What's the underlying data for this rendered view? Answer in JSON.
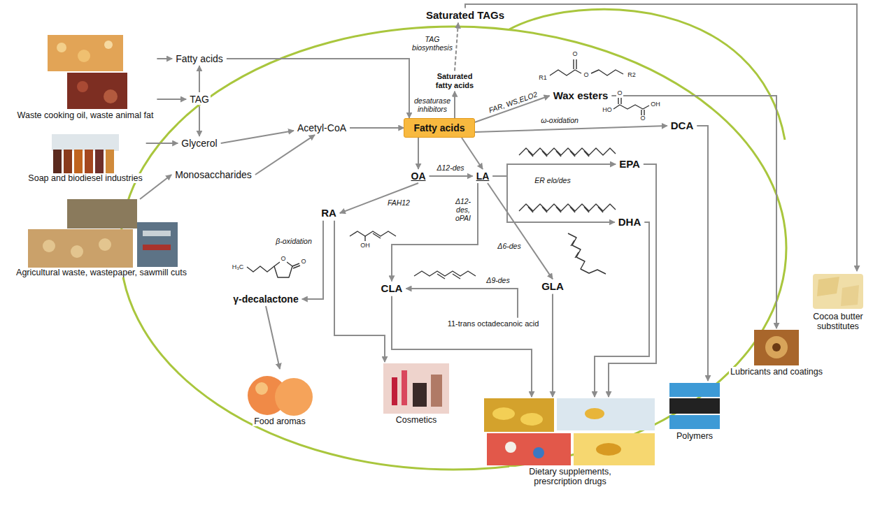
{
  "diagram": {
    "nodes": [
      {
        "text": [
          "Fatty acids"
        ]
      },
      {
        "text": [
          "TAG"
        ]
      },
      {
        "text": [
          "Waste cooking oil, waste animal fat"
        ]
      },
      {
        "text": [
          "Glycerol"
        ]
      },
      {
        "text": [
          "Soap and biodiesel industries"
        ]
      },
      {
        "text": [
          "Monosaccharides"
        ]
      },
      {
        "text": [
          "Agricultural waste, wastepaper, sawmill cuts"
        ]
      },
      {
        "text": [
          "Acetyl-CoA"
        ]
      },
      {
        "text": [
          "Fatty acids"
        ]
      },
      {
        "text": [
          "Saturated fatty acids"
        ]
      },
      {
        "text": [
          "Saturated TAGs"
        ]
      },
      {
        "text": [
          "Wax esters"
        ]
      },
      {
        "text": [
          "DCA"
        ]
      },
      {
        "text": [
          "OA"
        ]
      },
      {
        "text": [
          "LA"
        ]
      },
      {
        "text": [
          "EPA"
        ]
      },
      {
        "text": [
          "DHA"
        ]
      },
      {
        "text": [
          "RA"
        ]
      },
      {
        "text": [
          "γ-decalactone"
        ]
      },
      {
        "text": [
          "CLA"
        ]
      },
      {
        "text": [
          "GLA"
        ]
      },
      {
        "text": [
          "11-trans octadecanoic acid"
        ]
      },
      {
        "text": [
          "Food aromas"
        ]
      },
      {
        "text": [
          "Cosmetics"
        ]
      },
      {
        "text": [
          "Dietary supplements, presrcription drugs"
        ]
      },
      {
        "text": [
          "Polymers"
        ]
      },
      {
        "text": [
          "Lubricants and coatings"
        ]
      },
      {
        "text": [
          "Cocoa butter substitutes"
        ]
      }
    ],
    "edges": [
      {
        "from": 2,
        "to": 0,
        "arrow": "to"
      },
      {
        "from": 2,
        "to": 1,
        "arrow": "to"
      },
      {
        "from": 1,
        "to": 0,
        "arrow": "to"
      },
      {
        "from": 1,
        "to": 3,
        "arrow": "to"
      },
      {
        "from": 4,
        "to": 3,
        "arrow": "to"
      },
      {
        "from": 0,
        "to": 8,
        "arrow": "to"
      },
      {
        "from": 6,
        "to": 5,
        "arrow": "to"
      },
      {
        "from": 3,
        "to": 7,
        "arrow": "to"
      },
      {
        "from": 5,
        "to": 7,
        "arrow": "to"
      },
      {
        "from": 7,
        "to": 8,
        "arrow": "to"
      },
      {
        "from": 8,
        "to": 9,
        "label": "desaturase inhibitors",
        "arrow": "to"
      },
      {
        "from": 9,
        "to": 10,
        "label": "TAG biosynthesis",
        "arrow": "to"
      },
      {
        "from": 10,
        "to": 27,
        "arrow": "to"
      },
      {
        "from": 8,
        "to": 11,
        "label": "FAR, WS,ELO2",
        "arrow": "to"
      },
      {
        "from": 8,
        "to": 12,
        "label": "ω-oxidation",
        "arrow": "to"
      },
      {
        "from": 11,
        "to": 26,
        "arrow": "to"
      },
      {
        "from": 12,
        "to": 25,
        "arrow": "to"
      },
      {
        "from": 8,
        "to": 13,
        "arrow": "to"
      },
      {
        "from": 8,
        "to": 14,
        "arrow": "to"
      },
      {
        "from": 13,
        "to": 14,
        "label": "Δ12-des",
        "arrow": "to"
      },
      {
        "from": 13,
        "to": 17,
        "label": "FAH12",
        "arrow": "to"
      },
      {
        "from": 14,
        "to": 15,
        "label": "ER elo/des",
        "arrow": "to"
      },
      {
        "from": 14,
        "to": 16,
        "arrow": "to"
      },
      {
        "from": 14,
        "to": 19,
        "label": "Δ12-des, oPAI",
        "arrow": "to"
      },
      {
        "from": 14,
        "to": 20,
        "label": "Δ6-des",
        "arrow": "to"
      },
      {
        "from": 21,
        "to": 19,
        "label": "Δ9-des",
        "arrow": "to"
      },
      {
        "from": 17,
        "to": 18,
        "label": "β-oxidation",
        "arrow": "to"
      },
      {
        "from": 17,
        "to": 23,
        "arrow": "to"
      },
      {
        "from": 18,
        "to": 22,
        "arrow": "to"
      },
      {
        "from": 19,
        "to": 24,
        "arrow": "to"
      },
      {
        "from": 20,
        "to": 24,
        "arrow": "to"
      },
      {
        "from": 15,
        "to": 24,
        "arrow": "to"
      },
      {
        "from": 16,
        "to": 24,
        "arrow": "to"
      }
    ],
    "labels": [
      "R1",
      "O",
      "O",
      "R2",
      "HO",
      "O",
      "O",
      "OH",
      "OH",
      "H₃C",
      "O",
      "O"
    ]
  }
}
